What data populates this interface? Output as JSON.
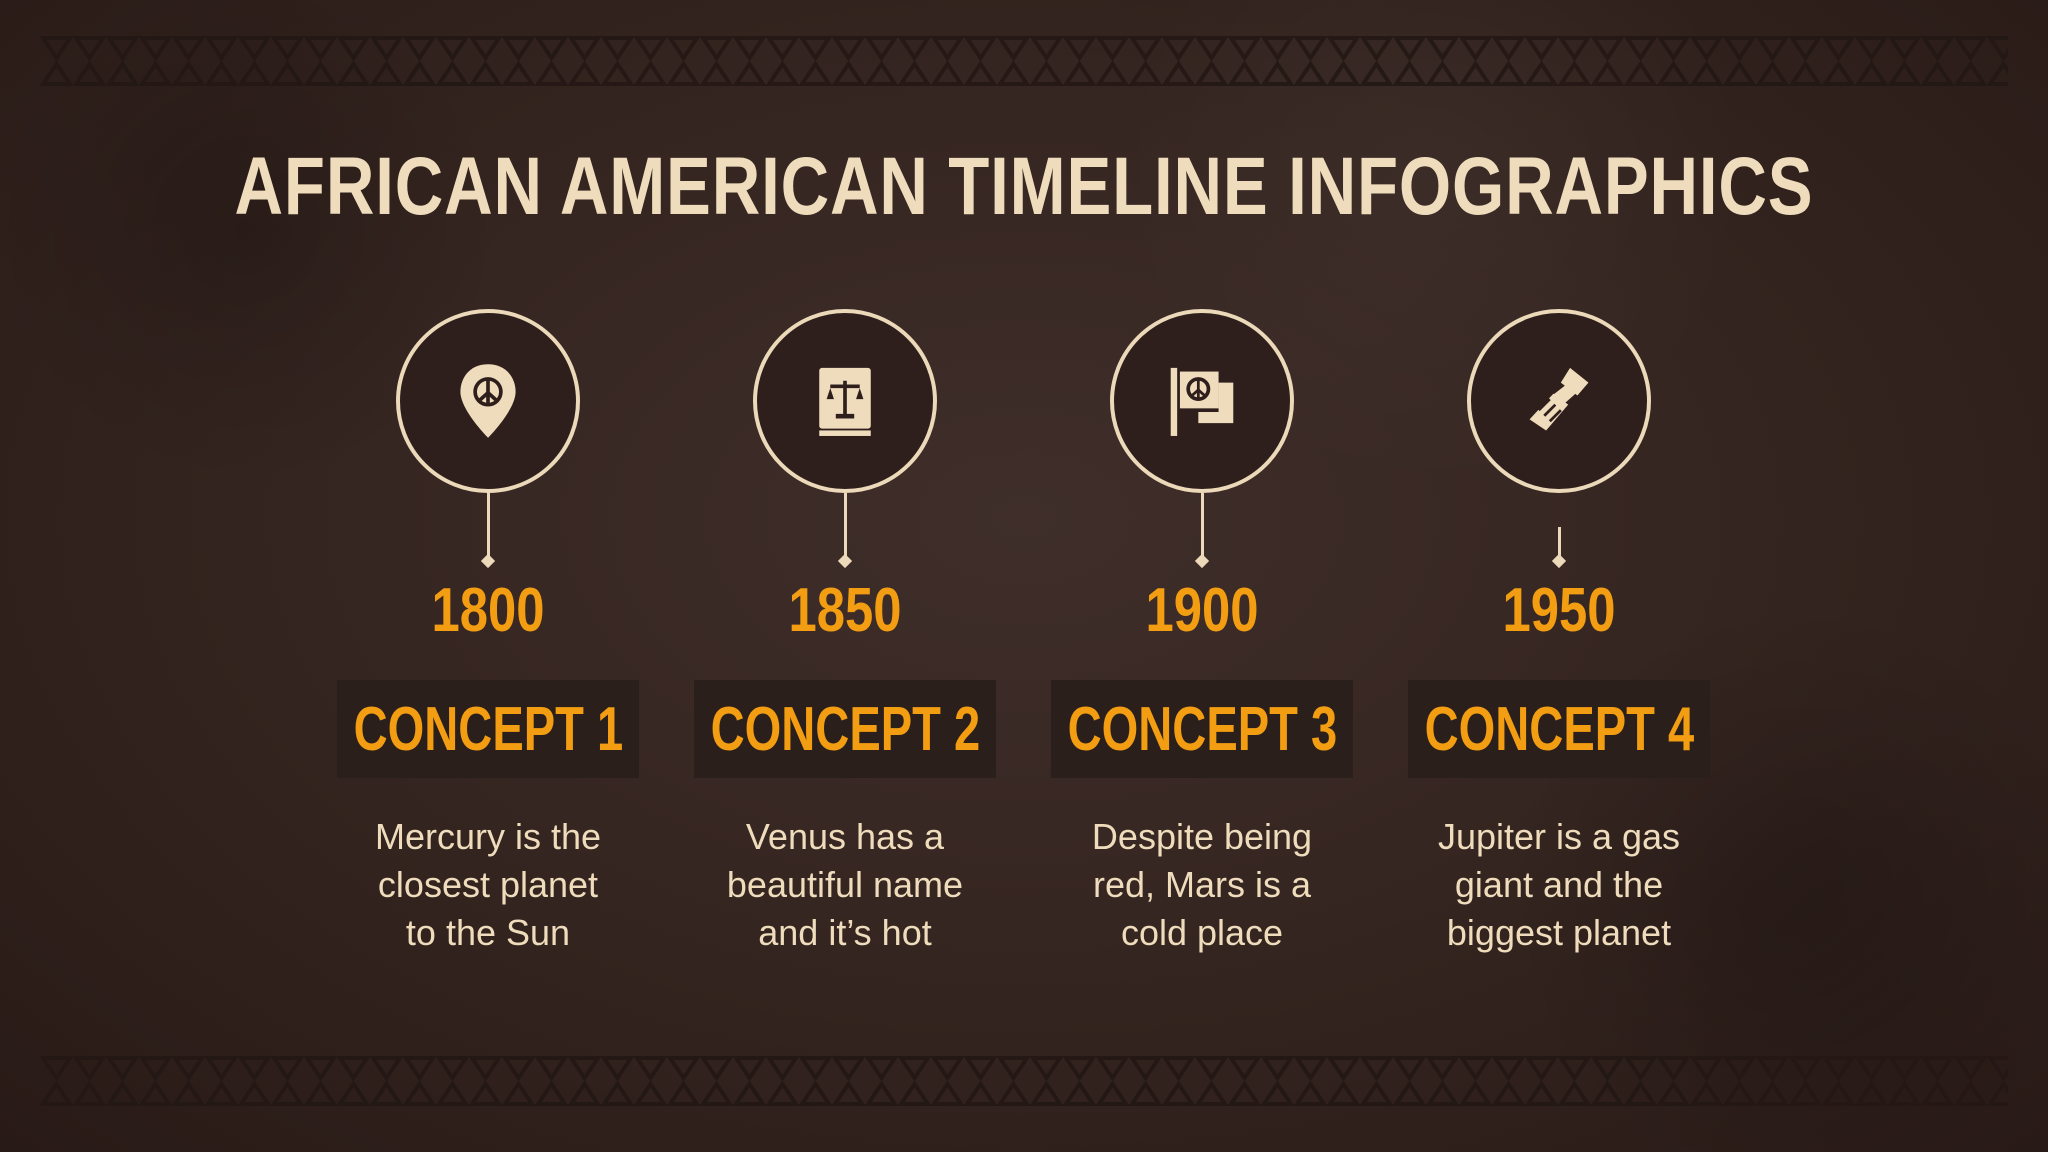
{
  "title": "AFRICAN AMERICAN TIMELINE INFOGRAPHICS",
  "colors": {
    "background": "#34241f",
    "cream": "#efdcbc",
    "accent_orange": "#f29d12",
    "concept_box": "#2b1f1c"
  },
  "timeline": [
    {
      "icon": "peace-location-pin-icon",
      "year": "1800",
      "concept": "CONCEPT 1",
      "lines": [
        "Mercury is the",
        "closest planet",
        "to the Sun"
      ]
    },
    {
      "icon": "law-book-scales-icon",
      "year": "1850",
      "concept": "CONCEPT 2",
      "lines": [
        "Venus has a",
        "beautiful name",
        "and it’s hot"
      ]
    },
    {
      "icon": "peace-flag-icon",
      "year": "1900",
      "concept": "CONCEPT 3",
      "lines": [
        "Despite being",
        "red, Mars is a",
        "cold place"
      ]
    },
    {
      "icon": "handshake-icon",
      "year": "1950",
      "concept": "CONCEPT 4",
      "lines": [
        "Jupiter is a gas",
        "giant and the",
        "biggest planet"
      ]
    }
  ]
}
